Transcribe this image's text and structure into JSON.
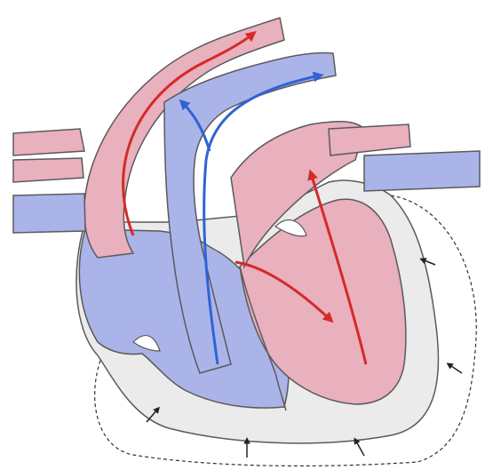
{
  "diagram": {
    "kind": "heart-cross-section",
    "labels": [],
    "colors": {
      "oxygenated": "#e9b0bd",
      "deoxygenated": "#aab4e8",
      "wall": "#ebebeb",
      "outline": "#5a5a5a",
      "flow_oxygenated": "#d42a2a",
      "flow_deoxygenated": "#2f63d6",
      "pressure_arrow": "#222222",
      "pericardium": "#333333"
    },
    "flow_arrows": [
      {
        "name": "aortic-arch-flow",
        "color_key": "flow_oxygenated"
      },
      {
        "name": "pulmonary-trunk-flow",
        "color_key": "flow_deoxygenated"
      },
      {
        "name": "pulmonary-trunk-branch-flow",
        "color_key": "flow_deoxygenated"
      },
      {
        "name": "left-ventricle-inflow",
        "color_key": "flow_oxygenated"
      },
      {
        "name": "left-ventricle-outflow",
        "color_key": "flow_oxygenated"
      }
    ],
    "pressure_arrows_count": 5
  }
}
